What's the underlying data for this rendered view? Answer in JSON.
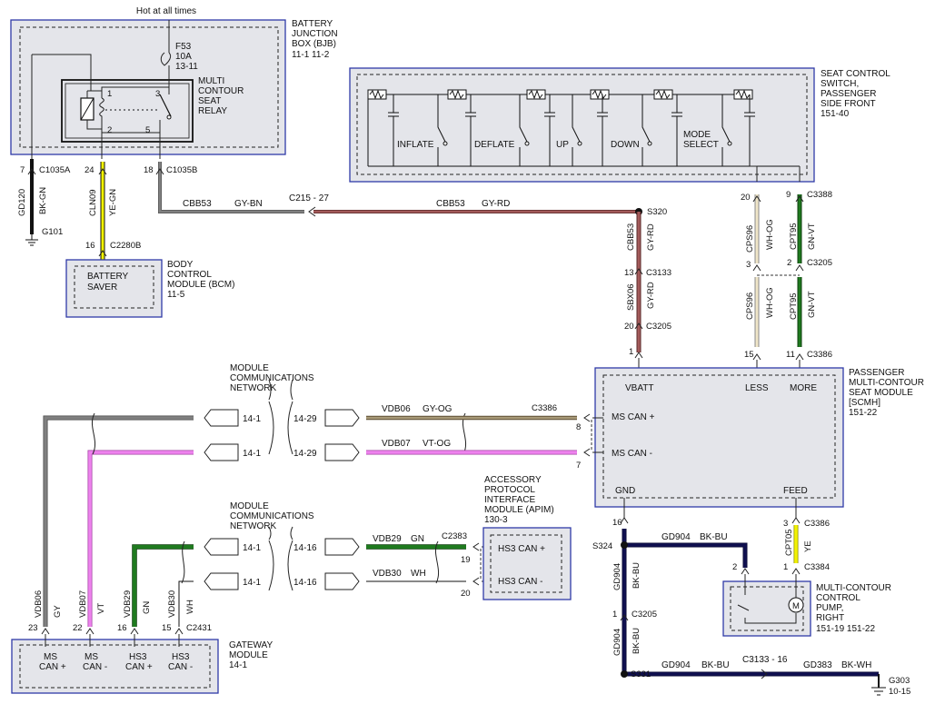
{
  "diagram": {
    "hot_label": "Hot at all times",
    "bjb": {
      "title": [
        "BATTERY",
        "JUNCTION",
        "BOX (BJB)"
      ],
      "ref": "11-1    11-2",
      "fuse": [
        "F53",
        "10A",
        "13-11"
      ],
      "relay": [
        "MULTI",
        "CONTOUR",
        "SEAT",
        "RELAY"
      ],
      "pins": [
        "1",
        "3",
        "2",
        "5"
      ]
    },
    "seat_switch": {
      "title": [
        "SEAT CONTROL",
        "SWITCH,",
        "PASSENGER",
        "SIDE FRONT"
      ],
      "ref": "151-40",
      "switches": [
        "INFLATE",
        "DEFLATE",
        "UP",
        "DOWN",
        "MODE",
        "SELECT"
      ]
    },
    "bcm": {
      "box_label": [
        "BATTERY",
        "SAVER"
      ],
      "title": [
        "BODY",
        "CONTROL",
        "MODULE (BCM)"
      ],
      "ref": "11-5"
    },
    "scm": {
      "title": [
        "PASSENGER",
        "MULTI-CONTOUR",
        "SEAT MODULE",
        "[SCMH]"
      ],
      "ref": "151-22",
      "inner": [
        "VBATT",
        "LESS",
        "MORE",
        "MS CAN +",
        "MS CAN -",
        "GND",
        "FEED"
      ]
    },
    "apim": {
      "title": [
        "ACCESSORY",
        "PROTOCOL",
        "INTERFACE",
        "MODULE (APIM)"
      ],
      "ref": "130-3",
      "inner": [
        "HS3 CAN +",
        "HS3 CAN -"
      ]
    },
    "gateway": {
      "title": [
        "GATEWAY",
        "MODULE"
      ],
      "ref": "14-1",
      "inner": [
        "MS",
        "CAN +",
        "MS",
        "CAN -",
        "HS3",
        "CAN +",
        "HS3",
        "CAN -"
      ]
    },
    "pump": {
      "title": [
        "MULTI-CONTOUR",
        "CONTROL",
        "PUMP,",
        "RIGHT"
      ],
      "ref": "151-19  151-22"
    },
    "network": {
      "title": [
        "MODULE",
        "COMMUNICATIONS",
        "NETWORK"
      ],
      "title2": [
        "MODULE",
        "COMMUNICATIONS",
        "NETWORK"
      ],
      "left_refs": [
        "14-1",
        "14-1",
        "14-1",
        "14-1"
      ],
      "right_refs": [
        "14-29",
        "14-29",
        "14-16",
        "14-16"
      ]
    },
    "wires": {
      "gd120": "GD120",
      "gd120_color": "BK-GN",
      "cln09": "CLN09",
      "cln09_color": "YE-GN",
      "cbb53_left": "CBB53",
      "cbb53_left_color": "GY-BN",
      "cbb53_right": "CBB53",
      "cbb53_right_color": "GY-RD",
      "cbb53_vert": "CBB53",
      "cbb53_vert_color": "GY-RD",
      "sbx06": "SBX06",
      "sbx06_color": "GY-RD",
      "cps96_a": "CPS96",
      "cps96_a_color": "WH-OG",
      "cps96_b": "CPS96",
      "cps96_b_color": "WH-OG",
      "cpt95_a": "CPT95",
      "cpt95_a_color": "GN-VT",
      "cpt95_b": "CPT95",
      "cpt95_b_color": "GN-VT",
      "vdb06": "VDB06",
      "vdb06_color": "GY-OG",
      "vdb07": "VDB07",
      "vdb07_color": "VT-OG",
      "vdb29": "VDB29",
      "vdb29_color": "GN",
      "vdb30": "VDB30",
      "vdb30_color": "WH",
      "gd904_a": "GD904",
      "gd904_a_color": "BK-BU",
      "gd904_b": "GD904",
      "gd904_b_color": "BK-BU",
      "gd904_c": "GD904",
      "gd904_c_color": "BK-BU",
      "gd904_d": "GD904",
      "gd904_d_color": "BK-BU",
      "gd383": "GD383",
      "gd383_color": "BK-WH",
      "cpt05": "CPT05",
      "cpt05_color": "YE",
      "gw_vdb06": "VDB06",
      "gw_vdb06_color": "GY",
      "gw_vdb07": "VDB07",
      "gw_vdb07_color": "VT",
      "gw_vdb29": "VDB29",
      "gw_vdb29_color": "GN",
      "gw_vdb30": "VDB30",
      "gw_vdb30_color": "WH"
    },
    "connectors": {
      "c1035a": "C1035A",
      "c1035a_pin": "7",
      "c1035b_pin24": "24",
      "c1035b": "C1035B",
      "c1035b_pin": "18",
      "c2280b": "C2280B",
      "c2280b_pin": "16",
      "c215": "C215 - 27",
      "s320": "S320",
      "c3133_a": "C3133",
      "c3133_a_pin": "13",
      "c3205_a": "C3205",
      "c3205_a_pin": "20",
      "scm_vbatt_pin": "1",
      "c3388": "C3388",
      "c3388_pin9": "9",
      "c3388_pin20": "20",
      "c3205_b": "C3205",
      "c3205_b_pin3": "3",
      "c3205_b_pin2": "2",
      "c3386_a": "C3386",
      "c3386_a_pin15": "15",
      "c3386_a_pin11": "11",
      "c3386_b": "C3386",
      "c3386_b_pin8": "8",
      "c3386_b_pin7": "7",
      "c2383": "C2383",
      "c2383_pin19": "19",
      "c2383_pin20": "20",
      "c3386_c": "C3386",
      "c3386_c_pin16": "16",
      "c3386_c_pin3": "3",
      "s324": "S324",
      "c3384": "C3384",
      "c3384_pin2": "2",
      "c3384_pin1": "1",
      "c3205_c": "C3205",
      "c3205_c_pin": "1",
      "s331": "S331",
      "c3133_b": "C3133 - 16",
      "g101": "G101",
      "g303": "G303",
      "g303_ref": "10-15",
      "c2431": "C2431",
      "gw_pin23": "23",
      "gw_pin22": "22",
      "gw_pin16": "16",
      "gw_pin15": "15"
    },
    "colors": {
      "gray": "#808080",
      "gray_red": "#a35a5a",
      "violet": "#ee82ee",
      "green": "#1f7a1f",
      "navy": "#101050",
      "yellow": "#f2f200",
      "white_og": "#f0e6c8",
      "frame_blue": "#2f3aa8"
    }
  }
}
